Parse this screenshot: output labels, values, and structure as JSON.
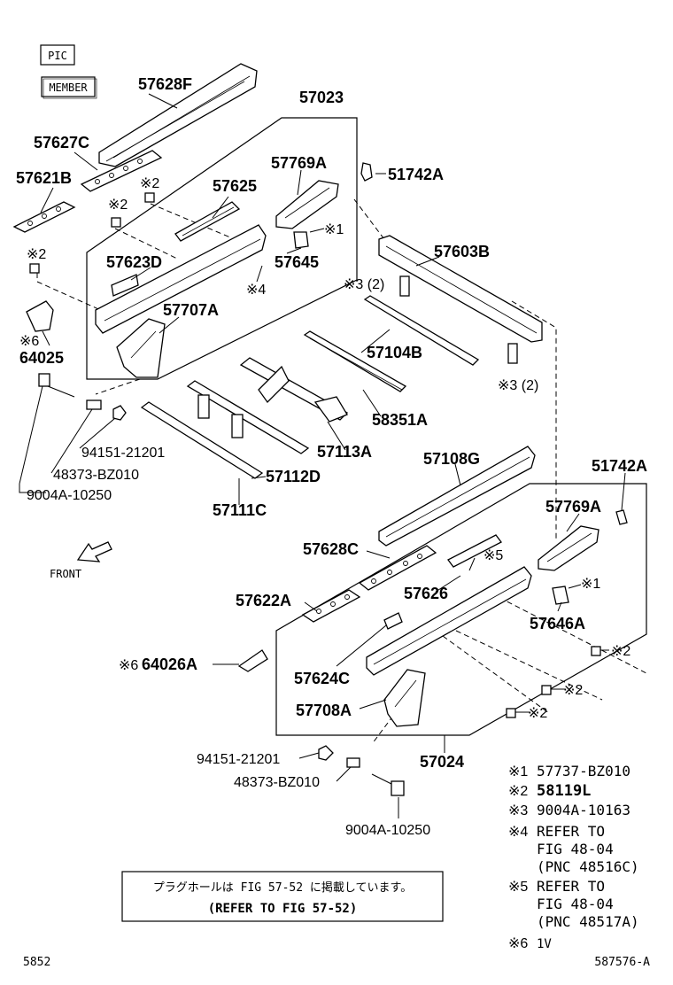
{
  "header": {
    "tag_pic": "PIC",
    "tag_member": "MEMBER"
  },
  "parts": {
    "p57628F": "57628F",
    "p57023": "57023",
    "p57627C": "57627C",
    "p57769A_top": "57769A",
    "p51742A_top": "51742A",
    "p57621B": "57621B",
    "p57625": "57625",
    "mark2_a": "※2",
    "mark2_b": "※2",
    "mark2_c": "※2",
    "mark1_top": "※1",
    "p57603B": "57603B",
    "p57623D": "57623D",
    "p57645": "57645",
    "mark4": "※4",
    "mark3_top": "※3 (2)",
    "p57707A": "57707A",
    "mark6_left": "※6",
    "p64025": "64025",
    "p57104B": "57104B",
    "mark3_bottom": "※3 (2)",
    "p58351A": "58351A",
    "p94151_top": "94151-21201",
    "p57113A": "57113A",
    "p48373_top": "48373-BZ010",
    "p57112D": "57112D",
    "p9004A_top": "9004A-10250",
    "p57111C": "57111C",
    "p57108G": "57108G",
    "p51742A_right": "51742A",
    "p57769A_right": "57769A",
    "front": "FRONT",
    "p57628C": "57628C",
    "mark5": "※5",
    "p57626": "57626",
    "mark1_right": "※1",
    "p57622A": "57622A",
    "p57646A": "57646A",
    "mark6_mid": "※6",
    "p64026A": "64026A",
    "mark2_d": "※2",
    "p57624C": "57624C",
    "mark2_e": "※2",
    "p57708A": "57708A",
    "mark2_f": "※2",
    "p94151_bottom": "94151-21201",
    "p57024": "57024",
    "p48373_bottom": "48373-BZ010",
    "p9004A_bottom": "9004A-10250"
  },
  "legend": [
    {
      "mark": "※1",
      "text": "57737-BZ010"
    },
    {
      "mark": "※2",
      "text": "58119L"
    },
    {
      "mark": "※3",
      "text": "9004A-10163"
    },
    {
      "mark": "※4",
      "text": "REFER TO"
    },
    {
      "mark": "",
      "text": "FIG 48-04"
    },
    {
      "mark": "",
      "text": "(PNC 48516C)"
    },
    {
      "mark": "※5",
      "text": "REFER TO"
    },
    {
      "mark": "",
      "text": "FIG 48-04"
    },
    {
      "mark": "",
      "text": "(PNC 48517A)"
    },
    {
      "mark": "※6",
      "text": "1V"
    }
  ],
  "note": {
    "line1": "プラグホールは FIG 57-52 に掲載しています。",
    "line2": "(REFER TO FIG 57-52)"
  },
  "footer": {
    "left": "5852",
    "right": "587576-A"
  }
}
